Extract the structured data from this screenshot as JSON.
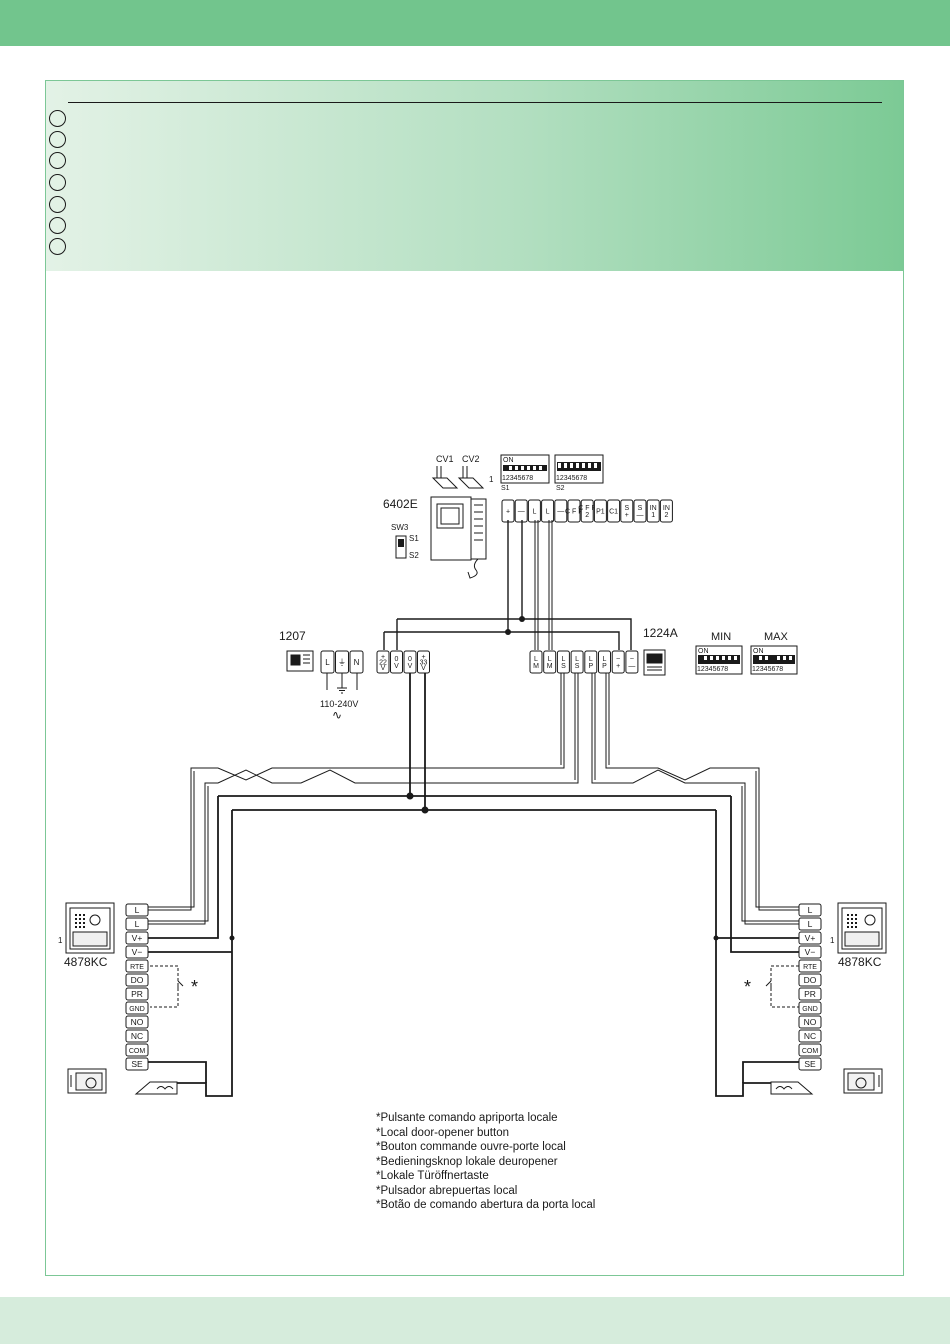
{
  "devices": {
    "monitor": "6402E",
    "power_supply": "1207",
    "video_module": "1224A",
    "panel_left": "4878KC",
    "panel_right": "4878KC",
    "panel_index": "1"
  },
  "monitor_parts": {
    "cv1": "CV1",
    "cv2": "CV2",
    "cv_index": "1",
    "s1": "S1",
    "s2": "S2",
    "sw3": "SW3",
    "sw3_s1": "S1",
    "sw3_s2": "S2",
    "dip_on": "ON",
    "dip_digits": "12345678"
  },
  "dip_labels": {
    "min": "MIN",
    "max": "MAX"
  },
  "mains_label": "110-240V",
  "mains_symbol": "∿",
  "star": "*",
  "terminals": {
    "monitor": [
      {
        "top": "+",
        "bottom": ""
      },
      {
        "top": "—",
        "bottom": ""
      },
      {
        "top": "L",
        "bottom": ""
      },
      {
        "top": "L",
        "bottom": ""
      },
      {
        "top": "—",
        "bottom": ""
      },
      {
        "top": "C F P",
        "bottom": ""
      },
      {
        "top": "C F P",
        "bottom": "2"
      },
      {
        "top": "P1",
        "bottom": ""
      },
      {
        "top": "C1",
        "bottom": ""
      },
      {
        "top": "S",
        "bottom": "+"
      },
      {
        "top": "S",
        "bottom": "—"
      },
      {
        "top": "IN",
        "bottom": "1"
      },
      {
        "top": "IN",
        "bottom": "2"
      }
    ],
    "psu_mains": [
      {
        "top": "L",
        "bottom": ""
      },
      {
        "top": "⏚",
        "bottom": ""
      },
      {
        "top": "N",
        "bottom": ""
      }
    ],
    "psu_out": [
      {
        "top": "+",
        "mid": "22",
        "bottom": "V"
      },
      {
        "top": "",
        "mid": "0",
        "bottom": "V"
      },
      {
        "top": "",
        "mid": "0",
        "bottom": "V"
      },
      {
        "top": "+",
        "mid": "33",
        "bottom": "V"
      }
    ],
    "module": [
      {
        "top": "L",
        "bottom": "M"
      },
      {
        "top": "L",
        "bottom": "M"
      },
      {
        "top": "L",
        "bottom": "S"
      },
      {
        "top": "L",
        "bottom": "S"
      },
      {
        "top": "L",
        "bottom": "P"
      },
      {
        "top": "L",
        "bottom": "P"
      },
      {
        "top": "~",
        "bottom": "+"
      },
      {
        "top": "~",
        "bottom": "—"
      }
    ],
    "panel": [
      "L",
      "L",
      "V+",
      "V−",
      "RTE",
      "DO",
      "PR",
      "GND",
      "NO",
      "NC",
      "COM",
      "SE"
    ]
  },
  "legend": [
    "*Pulsante comando apriporta locale",
    "*Local door-opener button",
    "*Bouton commande ouvre-porte local",
    "*Bedieningsknop lokale deuropener",
    "*Lokale Türöffnertaste",
    "*Pulsador abrepuertas local",
    "*Botão de comando abertura da porta local"
  ],
  "colors": {
    "top_band": "#72c58d",
    "bottom_band": "#d6ecdc",
    "header_gradient_start": "#e3f2e6",
    "header_gradient_end": "#7cca95",
    "frame": "#7cc796",
    "ink": "#1a1a1a"
  }
}
